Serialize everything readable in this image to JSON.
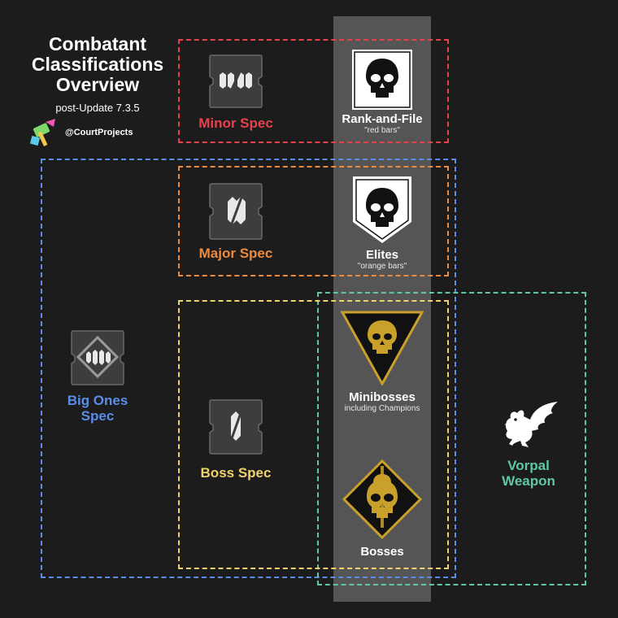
{
  "header": {
    "title_lines": [
      "Combatant",
      "Classifications",
      "Overview"
    ],
    "subtitle": "post-Update 7.3.5",
    "credit": "@CourtProjects"
  },
  "specs": {
    "minor": {
      "label": "Minor Spec"
    },
    "major": {
      "label": "Major Spec"
    },
    "boss": {
      "label": "Boss Spec"
    },
    "big_ones": {
      "label_lines": [
        "Big Ones",
        "Spec"
      ]
    },
    "vorpal": {
      "label_lines": [
        "Vorpal",
        "Weapon"
      ]
    }
  },
  "tiers": {
    "rank_and_file": {
      "name": "Rank-and-File",
      "note": "\"red bars\""
    },
    "elites": {
      "name": "Elites",
      "note": "\"orange bars\""
    },
    "minibosses": {
      "name": "Minibosses",
      "note": "including Champions"
    },
    "bosses": {
      "name": "Bosses"
    }
  },
  "colors": {
    "minor": "#e9414c",
    "major": "#ee8a3c",
    "boss": "#f0d26a",
    "big_ones": "#5b8de8",
    "vorpal": "#5fc7a2",
    "band": "#555555",
    "background": "#1c1c1c",
    "gold": "#c8a02a"
  },
  "icons": {
    "minor_spec": "mod-minor-spec-icon",
    "major_spec": "mod-major-spec-icon",
    "boss_spec": "mod-boss-spec-icon",
    "big_ones_spec": "mod-big-ones-spec-icon",
    "rank_and_file": "skull-square-icon",
    "elites": "skull-shield-icon",
    "minibosses": "skull-triangle-icon",
    "bosses": "skull-diamond-icon",
    "vorpal": "dragon-icon",
    "credit": "hammer-logo-icon"
  }
}
